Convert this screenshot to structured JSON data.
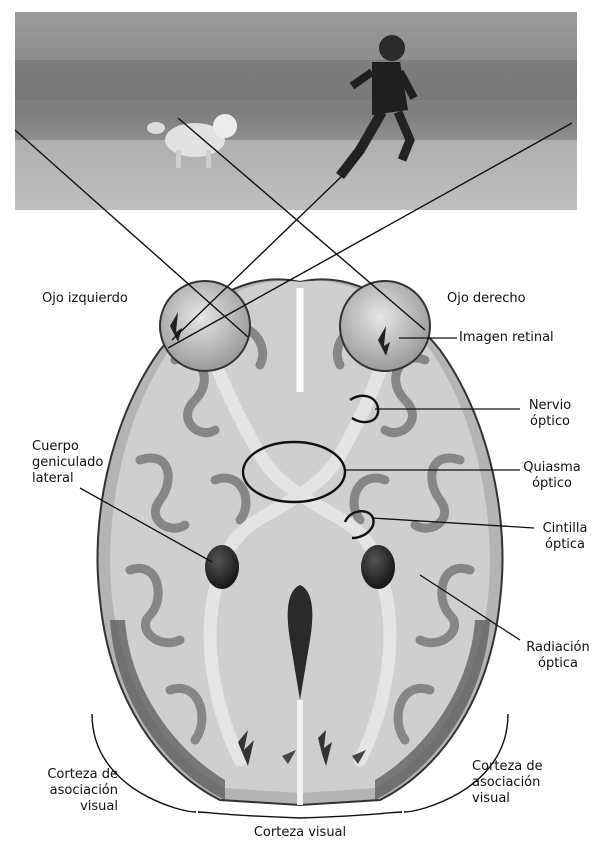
{
  "labels": {
    "left_eye": "Ojo izquierdo",
    "right_eye": "Ojo derecho",
    "retinal_image": "Imagen retinal",
    "optic_nerve": "Nervio\nóptico",
    "lgn": "Cuerpo\ngeniculado\nlateral",
    "chiasm": "Quiasma\nóptico",
    "optic_tract": "Cintilla\nóptica",
    "optic_radiation": "Radiación\nóptica",
    "assoc_left": "Corteza de\nasociación\nvisual",
    "assoc_right": "Corteza de\nasociación\nvisual",
    "visual_cortex": "Corteza visual"
  }
}
